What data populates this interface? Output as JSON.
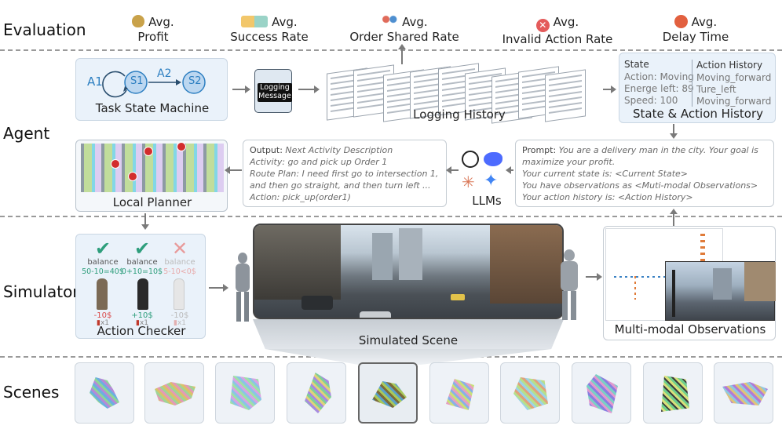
{
  "rows": {
    "evaluation": "Evaluation",
    "agent": "Agent",
    "simulator": "Simulator",
    "scenes": "Scenes"
  },
  "metrics": [
    {
      "line1": "Avg.",
      "line2": "Profit",
      "icon": "money-bag-icon"
    },
    {
      "line1": "Avg.",
      "line2": "Success Rate",
      "icon": "delivery-success-icon"
    },
    {
      "line1": "Avg.",
      "line2": "Order Shared Rate",
      "icon": "people-sharing-icon"
    },
    {
      "line1": "Avg.",
      "line2": "Invalid Action Rate",
      "icon": "cross-circle-icon"
    },
    {
      "line1": "Avg.",
      "line2": "Delay Time",
      "icon": "clock-icon"
    }
  ],
  "task_state_machine": {
    "caption": "Task State Machine",
    "a1": "A1",
    "s1": "S1",
    "a2": "A2",
    "s2": "S2"
  },
  "logging_message": {
    "line1": "Logging",
    "line2": "Message"
  },
  "logging_history": {
    "caption": "Logging History"
  },
  "state_history": {
    "caption": "State & Action History",
    "state_title": "State",
    "state_lines": [
      "Action: Moving",
      "Energe left: 89",
      "Speed: 100"
    ],
    "action_title": "Action History",
    "action_lines": [
      "Moving_forward",
      "Ture_left",
      "Moving_forward"
    ]
  },
  "output_box": {
    "output_label": "Output:",
    "output_text": "Next Activity Description",
    "lines": [
      "Activity: go and pick up Order 1",
      "Route Plan: I need first go to intersection 1,",
      "and then go straight, and then turn left ...",
      "Action: pick_up(order1)"
    ]
  },
  "llms": {
    "caption": "LLMs"
  },
  "prompt_box": {
    "prompt_label": "Prompt:",
    "prompt_text": "You are a delivery man in the city. Your goal is",
    "lines": [
      "maximize your profit.",
      "Your current state is: <Current State>",
      "You have observations as <Muti-modal Observations>",
      "Your action history is: <Action History>"
    ]
  },
  "local_planner": {
    "caption": "Local Planner"
  },
  "action_checker": {
    "caption": "Action Checker",
    "cols": [
      {
        "label": "balance",
        "calc": "50-10=40$",
        "delta": "-10$",
        "count": "x1",
        "status": "valid",
        "color": "#2e9e7c"
      },
      {
        "label": "balance",
        "calc": "0+10=10$",
        "delta": "+10$",
        "count": "x1",
        "status": "valid",
        "color": "#2e9e7c"
      },
      {
        "label": "balance",
        "calc": "5-10<0$",
        "delta": "-10$",
        "count": "x1",
        "status": "invalid",
        "color": "#e07a7a"
      }
    ]
  },
  "simulated_scene": {
    "caption": "Simulated Scene"
  },
  "observations": {
    "caption": "Multi-modal Observations"
  },
  "scenes": {
    "count": 10,
    "selected_index": 4
  },
  "colors": {
    "accent_blue": "#2d7fc1",
    "check_green": "#2e9e7c",
    "invalid_red": "#e07a7a",
    "box_border": "#b8c2cc",
    "dash": "#9a9a9a"
  }
}
